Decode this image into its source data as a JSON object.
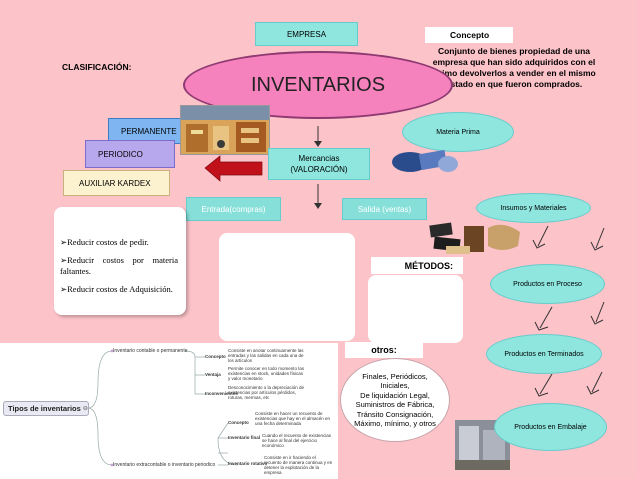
{
  "top": {
    "empresa": "EMPRESA",
    "inventarios": "INVENTARIOS",
    "clasificacion": "CLASIFICACIÓN:"
  },
  "concepto": {
    "title": "Concepto",
    "text": "Conjunto de bienes propiedad de una empresa que han sido adquiridos con el ánimo devolverlos a vender en el mismo estado en que fueron comprados."
  },
  "clasificacion_items": [
    "PERMANENTE",
    "PERIODICO",
    "AUXILIAR KARDEX"
  ],
  "mercancias": {
    "line1": "Mercancias",
    "line2": "(VALORACIÓN)"
  },
  "flow": {
    "entrada": "Entrada(compras)",
    "salida": "Salida (ventas)"
  },
  "ventajas": [
    "Reducir costos de pedir.",
    "Reducir costos por materia faltantes.",
    "Reducir costos de Adquisición."
  ],
  "metodos": {
    "title": "MÉTODOS:"
  },
  "otros": {
    "title": "otros:",
    "lines": [
      "Finales, Periódicos,",
      "Iniciales,",
      "De liquidación Legal,",
      "Suministros de Fábrica,",
      "Tránsito Consignación,",
      "Máximo, mínimo, y otros"
    ]
  },
  "tipos": [
    "Materia Prima",
    "Insumos y Materiales",
    "Productos en Proceso",
    "Productos en Terminados",
    "Productos en Embalaje"
  ],
  "mindmap": {
    "root": "Tipos de inventarios",
    "branch1": "Inventario contable o permanente",
    "branch2": "Inventario extracontable o inventario periodico",
    "b1_leaves": [
      "Concepto",
      "Ventaja",
      "Inconvenientes"
    ],
    "b2_leaves": [
      "Concepto",
      "Inventario final",
      "Inventario rotativo"
    ],
    "b1_notes": [
      "Consiste en anotar continuamente las entradas y las salidas en cada una de los artículos",
      "Permite conocer en todo momento las existencias en stock, unidades físicas y valor monetario",
      "Desconocimiento o la depreciación de existencias por artículos pérdidos, roturas, mermas, etc"
    ],
    "b2_notes": [
      "Consiste en hacer un recuento de existencias que hay en el almacén en una fecha determinada",
      "Cuando el recuento de existencias se hace al final del ejercicio económico",
      "Consiste en ir haciendo el recuento de manera continua y en detener la explotación de la empresa"
    ]
  },
  "colors": {
    "background": "#fcc3c9",
    "cyan": "#8ee6df",
    "pink": "#f581bd",
    "arrow_red": "#c0101a"
  }
}
